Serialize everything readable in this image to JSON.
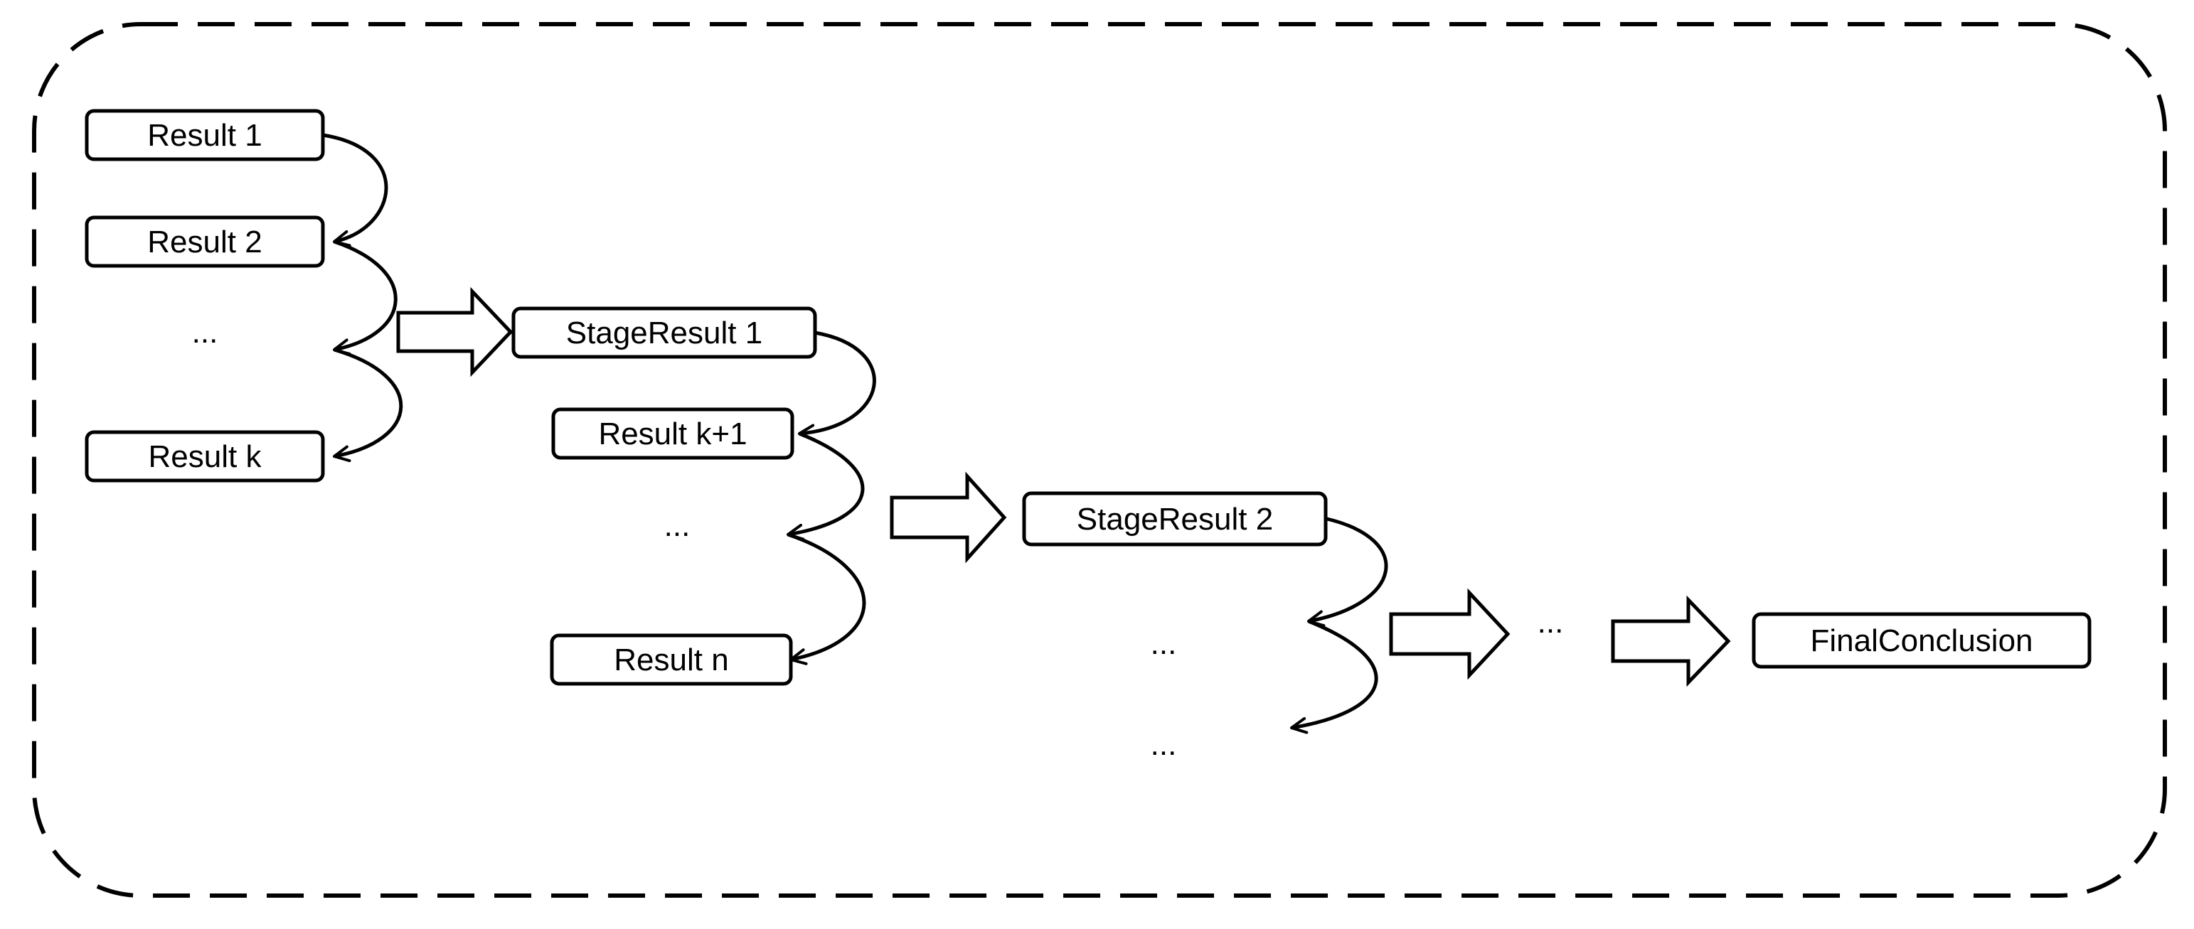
{
  "colors": {
    "ink": "#000000",
    "background": "#ffffff"
  },
  "nodes": {
    "result_1": "Result 1",
    "result_2": "Result 2",
    "result_k": "Result k",
    "stage_result_1": "StageResult 1",
    "result_k_plus_1": "Result k+1",
    "result_n": "Result n",
    "stage_result_2": "StageResult 2",
    "final_conclusion": "FinalConclusion"
  },
  "ellipses": {
    "group_1": "...",
    "group_2": "...",
    "stage_2_upper": "...",
    "stage_2_lower": "...",
    "before_final": "..."
  }
}
